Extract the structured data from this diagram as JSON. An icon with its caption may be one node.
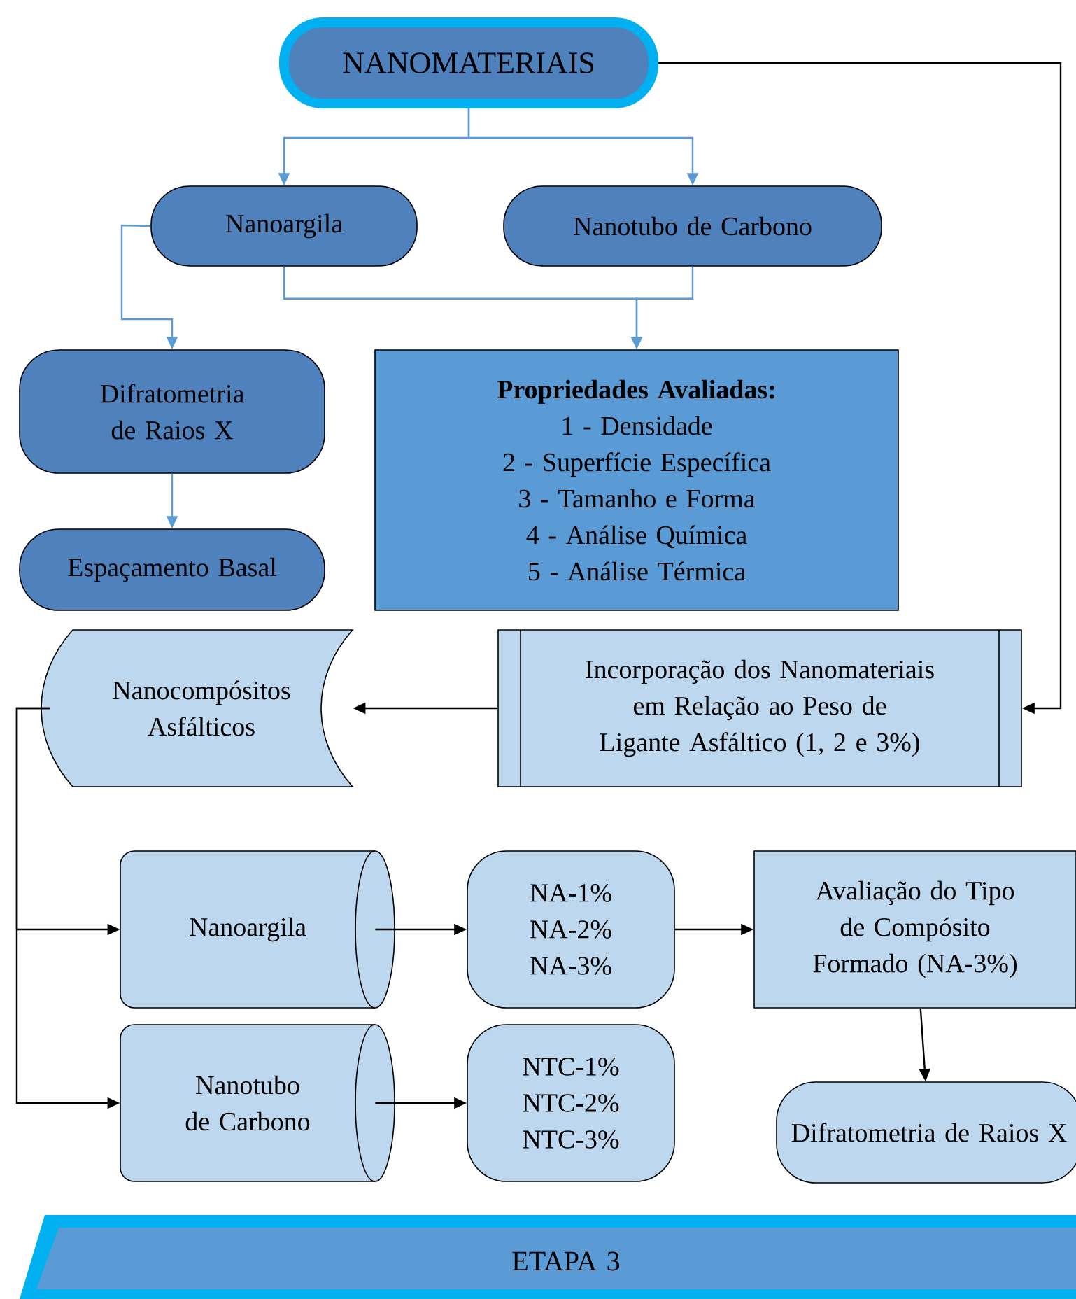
{
  "diagram": {
    "nodes": [
      {
        "text": [
          "NANOMATERIAIS"
        ]
      },
      {
        "text": [
          "Nanoargila"
        ]
      },
      {
        "text": [
          "Nanotubo de Carbono"
        ]
      },
      {
        "text": [
          "Difratometria de Raios X"
        ]
      },
      {
        "text": [
          "Espaçamento Basal"
        ]
      },
      {
        "text": [
          "Propriedades Avaliadas:",
          "1 - Densidade",
          "2 - Superfície Específica",
          "3 - Tamanho e Forma",
          "4 - Análise Química",
          "5 - Análise Térmica"
        ]
      },
      {
        "text": [
          "Incorporação dos Nanomateriais em Relação ao Peso de Ligante Asfáltico (1, 2 e 3%)"
        ]
      },
      {
        "text": [
          "Nanocompósitos Asfálticos"
        ]
      },
      {
        "text": [
          "Nanoargila"
        ]
      },
      {
        "text": [
          "Nanotubo de Carbono"
        ]
      },
      {
        "text": [
          "NA-1%",
          "NA-2%",
          "NA-3%"
        ]
      },
      {
        "text": [
          "NTC-1%",
          "NTC-2%",
          "NTC-3%"
        ]
      },
      {
        "text": [
          "Avaliação do Tipo de Compósito Formado (NA-3%)"
        ]
      },
      {
        "text": [
          "Difratometria de Raios X"
        ]
      },
      {
        "text": [
          "ETAPA 3"
        ]
      }
    ],
    "edges": [
      {
        "from": 0,
        "to": 1,
        "arrow": "to",
        "color": "#5b9bd5"
      },
      {
        "from": 0,
        "to": 2,
        "arrow": "to",
        "color": "#5b9bd5"
      },
      {
        "from": 1,
        "to": 3,
        "arrow": "to",
        "color": "#5b9bd5"
      },
      {
        "from": 3,
        "to": 4,
        "arrow": "to",
        "color": "#5b9bd5"
      },
      {
        "from": 1,
        "to": 5,
        "arrow": "to",
        "color": "#5b9bd5"
      },
      {
        "from": 2,
        "to": 5,
        "arrow": "to",
        "color": "#5b9bd5"
      },
      {
        "from": 0,
        "to": 6,
        "arrow": "to"
      },
      {
        "from": 6,
        "to": 7,
        "arrow": "to"
      },
      {
        "from": 7,
        "to": 8,
        "arrow": "to"
      },
      {
        "from": 7,
        "to": 9,
        "arrow": "to"
      },
      {
        "from": 8,
        "to": 10,
        "arrow": "to"
      },
      {
        "from": 9,
        "to": 11,
        "arrow": "to"
      },
      {
        "from": 10,
        "to": 12,
        "arrow": "to"
      },
      {
        "from": 12,
        "to": 13,
        "arrow": "to"
      }
    ]
  }
}
